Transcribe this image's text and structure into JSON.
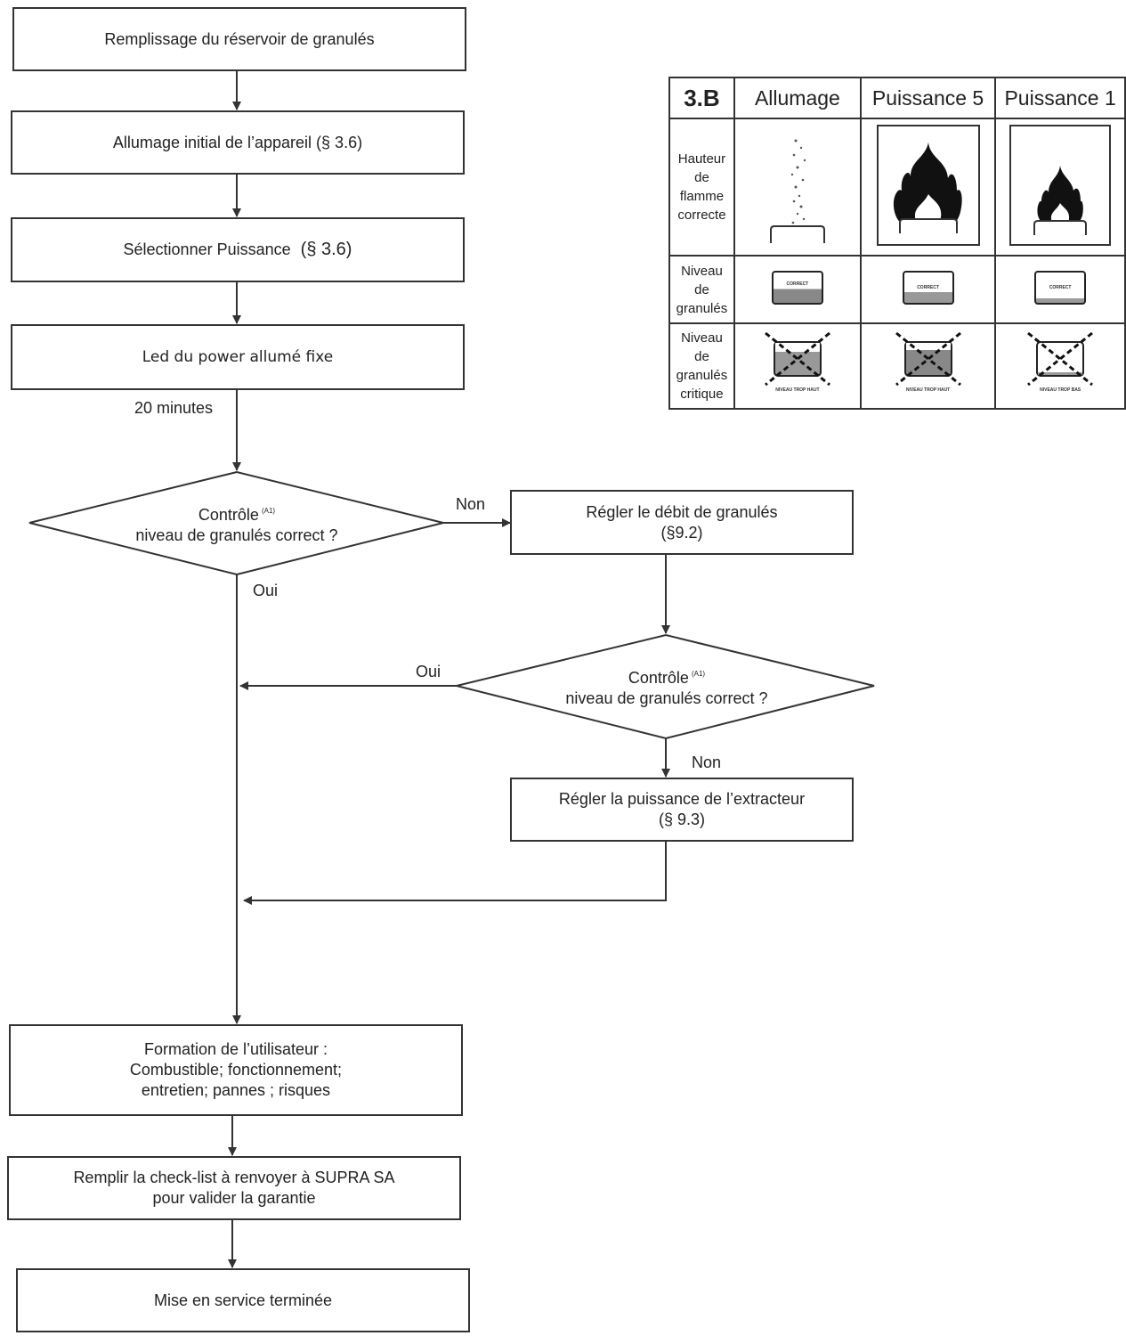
{
  "flow": {
    "step1": "Remplissage du réservoir de granulés",
    "step2": "Allumage initial de l’appareil (§ 3.6)",
    "step3_text": "Sélectionner Puissance",
    "step3_ref": "(§ 3.6)",
    "step4": "Led du power allumé fixe",
    "delay_label": "20 minutes",
    "decision1_line1": "Contrôle",
    "decision1_sup": "(A1)",
    "decision1_line2": "niveau de granulés correct ?",
    "non1": "Non",
    "oui1": "Oui",
    "adjust1_line1": "Régler le débit de granulés",
    "adjust1_line2": "(§9.2)",
    "decision2_line1": "Contrôle",
    "decision2_sup": "(A1)",
    "decision2_line2": "niveau de granulés correct ?",
    "oui2": "Oui",
    "non2": "Non",
    "adjust2_line1": "Régler la puissance de l’extracteur",
    "adjust2_line2": "(§ 9.3)",
    "training_line1": "Formation de l’utilisateur :",
    "training_line2": "Combustible; fonctionnement;",
    "training_line3": "entretien; pannes ; risques",
    "checklist_line1": "Remplir la check-list à renvoyer à  SUPRA SA",
    "checklist_line2": "pour valider la garantie",
    "done": "Mise en service terminée"
  },
  "table": {
    "ref": "3.B",
    "col1": "Allumage",
    "col2": "Puissance 5",
    "col3": "Puissance 1",
    "row1_l1": "Hauteur",
    "row1_l2": "de",
    "row1_l3": "flamme",
    "row1_l4": "correcte",
    "row2_l1": "Niveau",
    "row2_l2": "de",
    "row2_l3": "granulés",
    "row3_l1": "Niveau",
    "row3_l2": "de",
    "row3_l3": "granulés",
    "row3_l4": "critique",
    "correct_label": "CORRECT",
    "high_label": "NIVEAU TROP HAUT",
    "low_label": "NIVEAU TROP BAS"
  }
}
